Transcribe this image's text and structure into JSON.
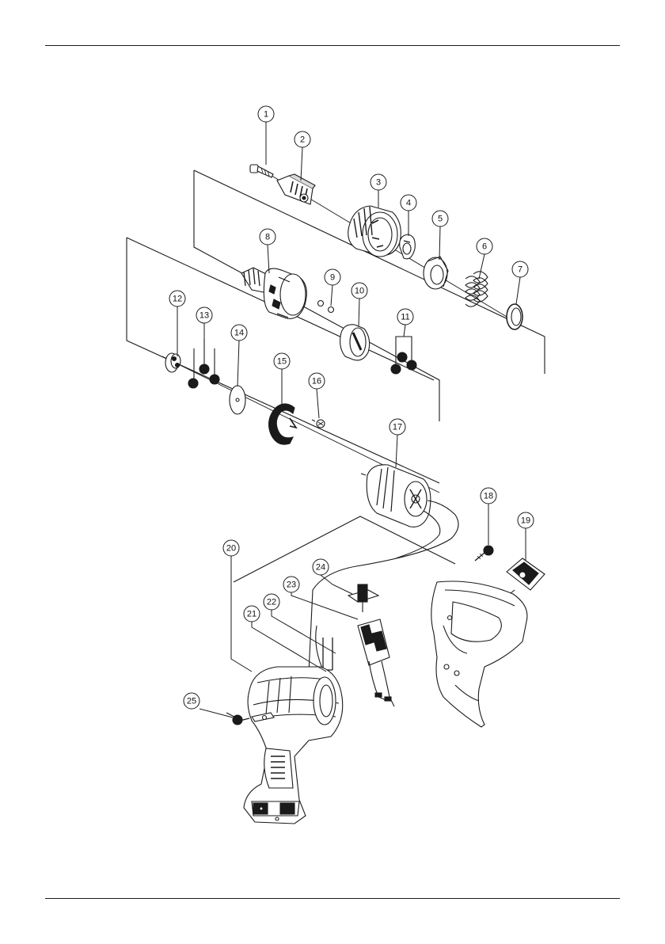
{
  "page": {
    "kind": "exploded-parts-diagram",
    "subject": "cordless drill/driver"
  },
  "callouts": [
    {
      "id": 1,
      "label": "1"
    },
    {
      "id": 2,
      "label": "2"
    },
    {
      "id": 3,
      "label": "3"
    },
    {
      "id": 4,
      "label": "4"
    },
    {
      "id": 5,
      "label": "5"
    },
    {
      "id": 6,
      "label": "6"
    },
    {
      "id": 7,
      "label": "7"
    },
    {
      "id": 8,
      "label": "8"
    },
    {
      "id": 9,
      "label": "9"
    },
    {
      "id": 10,
      "label": "10"
    },
    {
      "id": 11,
      "label": "11"
    },
    {
      "id": 12,
      "label": "12"
    },
    {
      "id": 13,
      "label": "13"
    },
    {
      "id": 14,
      "label": "14"
    },
    {
      "id": 15,
      "label": "15"
    },
    {
      "id": 16,
      "label": "16"
    },
    {
      "id": 17,
      "label": "17"
    },
    {
      "id": 18,
      "label": "18"
    },
    {
      "id": 19,
      "label": "19"
    },
    {
      "id": 20,
      "label": "20"
    },
    {
      "id": 21,
      "label": "21"
    },
    {
      "id": 22,
      "label": "22"
    },
    {
      "id": 23,
      "label": "23"
    },
    {
      "id": 24,
      "label": "24"
    },
    {
      "id": 25,
      "label": "25"
    }
  ],
  "colors": {
    "ink": "#1a1a1a",
    "paper": "#ffffff",
    "shade": "#b8b8b8"
  }
}
